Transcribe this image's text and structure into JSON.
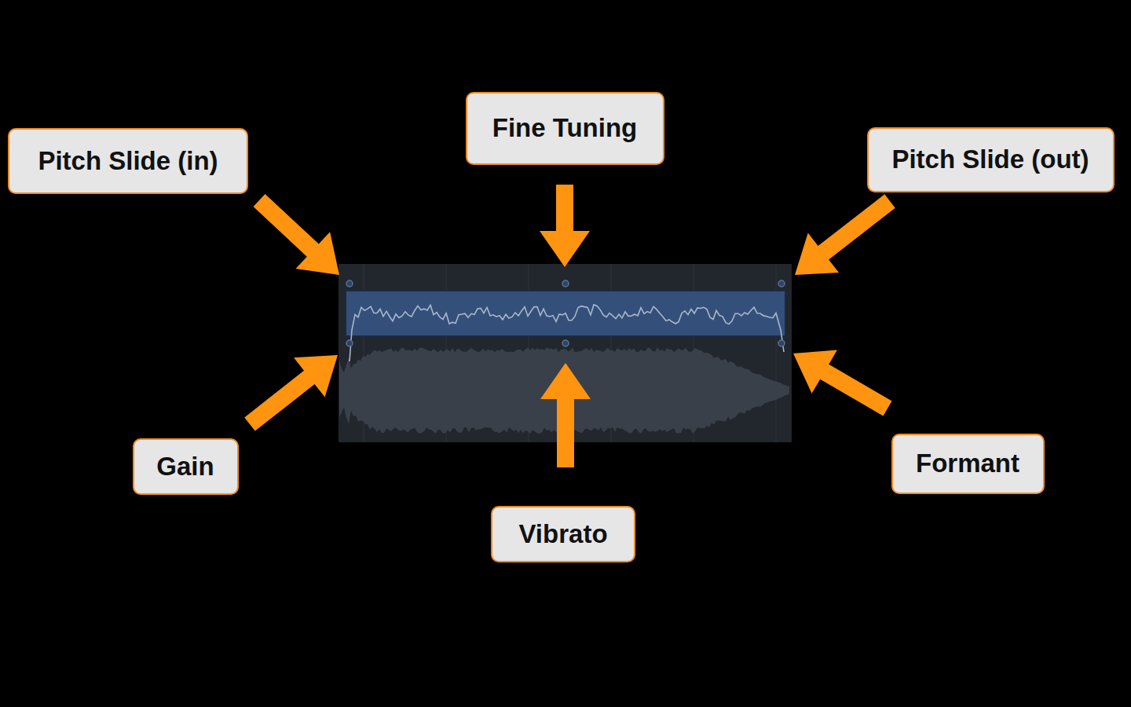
{
  "diagram": {
    "nodes": [
      {
        "text": [
          "Pitch Slide (in)"
        ]
      },
      {
        "text": [
          "Fine Tuning"
        ]
      },
      {
        "text": [
          "Pitch Slide (out)"
        ]
      },
      {
        "text": [
          "Gain"
        ]
      },
      {
        "text": [
          "Vibrato"
        ]
      },
      {
        "text": [
          "Formant"
        ]
      }
    ]
  }
}
